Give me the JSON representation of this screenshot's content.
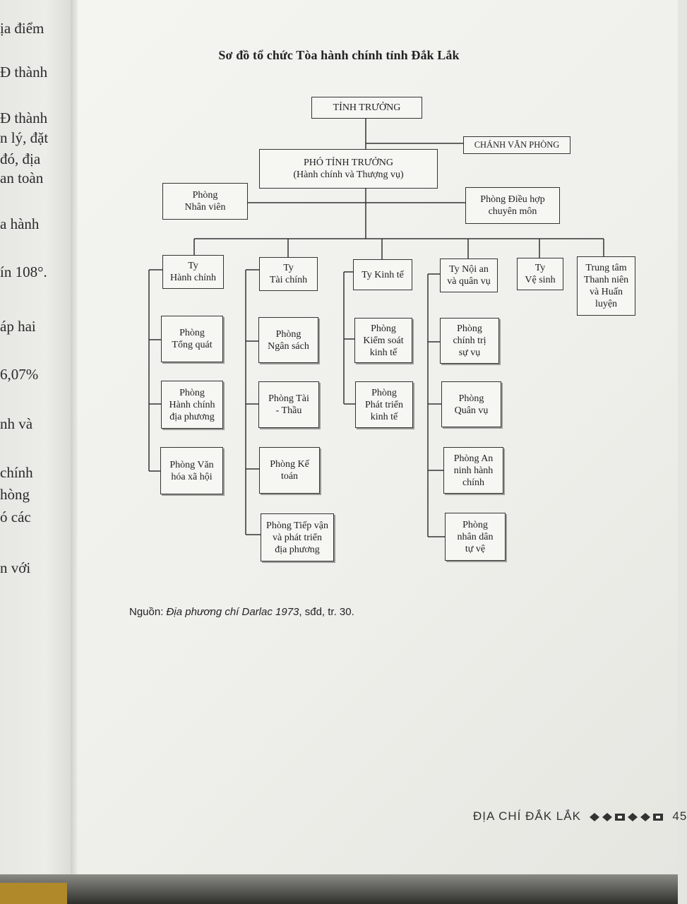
{
  "left_page_fragments": [
    "ịa điểm",
    "Đ thành",
    "Đ thành",
    "n lý, đặt",
    "đó, địa",
    "an toàn",
    "a hành",
    "ín 108°.",
    "áp hai",
    "6,07%",
    "nh và",
    "chính",
    "hòng",
    "ó các",
    "n với"
  ],
  "diagram": {
    "title": "Sơ đồ tổ chức Tòa hành chính tỉnh Đắk Lắk",
    "nodes": {
      "tinh_truong": "TỈNH TRƯỞNG",
      "chanh_van_phong": "CHÁNH VĂN PHÒNG",
      "pho_tinh_truong": "PHÓ TỈNH TRƯỞNG\n(Hành chính và Thượng vụ)",
      "phong_nhan_vien": "Phòng\nNhân viên",
      "phong_dieu_hop": "Phòng Điều hợp\nchuyên môn",
      "ty_hanh_chinh": "Ty\nHành chính",
      "ty_tai_chinh": "Ty\nTài chính",
      "ty_kinh_te": "Ty Kinh tế",
      "ty_noi_an": "Ty Nội an\nvà quân vụ",
      "ty_ve_sinh": "Ty\nVệ sinh",
      "trung_tam": "Trung tâm\nThanh niên\nvà Huấn\nluyện",
      "phong_tong_quat": "Phòng\nTổng quát",
      "phong_hc_dia_phuong": "Phòng\nHành chính\nđịa phương",
      "phong_van_hoa": "Phòng Văn\nhóa xã hội",
      "phong_ngan_sach": "Phòng\nNgân sách",
      "phong_tai_thau": "Phòng Tài\n- Thầu",
      "phong_ke_toan": "Phòng Kế\ntoán",
      "phong_tiep_van": "Phòng Tiếp vận\nvà phát triển\nđịa phương",
      "phong_kiem_soat": "Phòng\nKiểm soát\nkinh tế",
      "phong_phat_trien": "Phòng\nPhát triển\nkinh tế",
      "phong_chinh_tri": "Phòng\nchính trị\nsự vụ",
      "phong_quan_vu": "Phòng\nQuân vụ",
      "phong_an_ninh": "Phòng An\nninh hành\nchính",
      "phong_nhan_dan": "Phòng\nnhân dân\ntự vệ"
    }
  },
  "source": {
    "prefix": "Nguồn: ",
    "work": "Địa phương chí Darlac 1973",
    "suffix": ", sđd, tr. 30."
  },
  "footer": {
    "running_title": "ĐỊA CHÍ ĐẮK LẮK",
    "page_number": "45"
  }
}
